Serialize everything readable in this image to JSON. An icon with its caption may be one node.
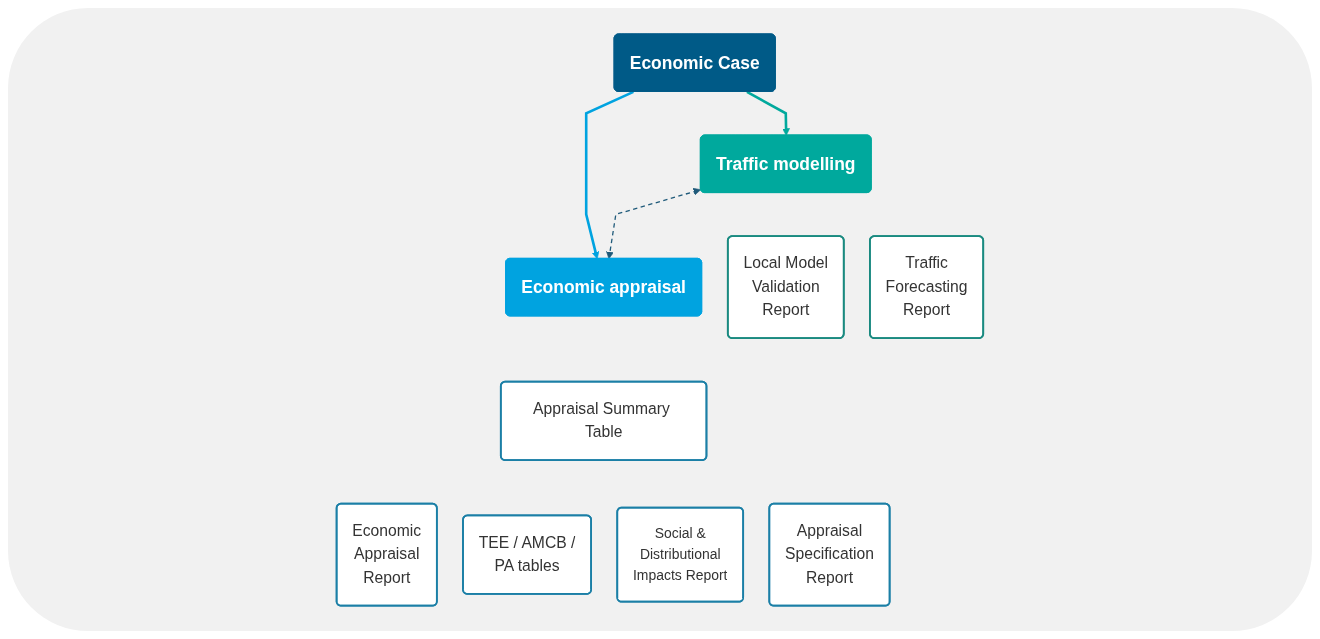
{
  "diagram": {
    "nodes": [
      {
        "text": [
          "Economic Case"
        ]
      },
      {
        "text": [
          "Traffic modelling"
        ]
      },
      {
        "text": [
          "Economic appraisal"
        ]
      },
      {
        "text": [
          "Local Model Validation Report"
        ]
      },
      {
        "text": [
          "Traffic Forecasting Report"
        ]
      },
      {
        "text": [
          "Appraisal Summary Table"
        ]
      },
      {
        "text": [
          "Economic Appraisal Report"
        ]
      },
      {
        "text": [
          "TEE / AMCB / PA tables"
        ]
      },
      {
        "text": [
          "Social & Distributional Impacts Report"
        ]
      },
      {
        "text": [
          "Appraisal Specification Report"
        ]
      }
    ],
    "edges": [
      {
        "from": 0,
        "to": 1,
        "arrow": "to",
        "color": "#00a99d"
      },
      {
        "from": 0,
        "to": 2,
        "arrow": "to",
        "color": "#00a3e0"
      },
      {
        "from": 1,
        "to": 2,
        "arrow": "both",
        "style": "dashed",
        "color": "#1f5a7a"
      }
    ]
  }
}
